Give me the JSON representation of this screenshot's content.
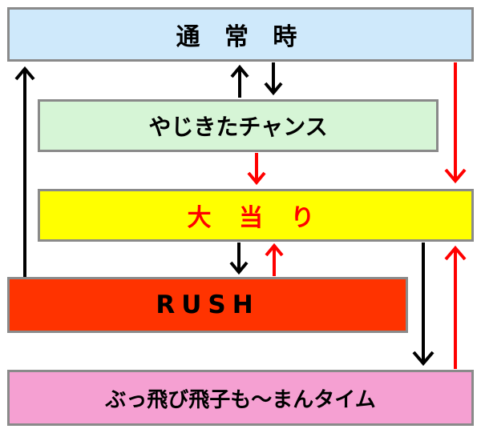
{
  "states": {
    "normal": "通 常 時",
    "chance": "やじきたチャンス",
    "jackpot": "大 当 り",
    "rush": "RUSH",
    "bonus": "ぶっ飛び飛子も〜まんタイム"
  },
  "colors": {
    "normal_bg": "#cfe9fb",
    "chance_bg": "#d6f5d6",
    "jackpot_bg": "#ffff00",
    "jackpot_text": "#ff0000",
    "rush_bg": "#ff3300",
    "bonus_bg": "#f5a0d2",
    "border": "#8a8a8a",
    "arrow_black": "#000000",
    "arrow_red": "#ff0000"
  }
}
